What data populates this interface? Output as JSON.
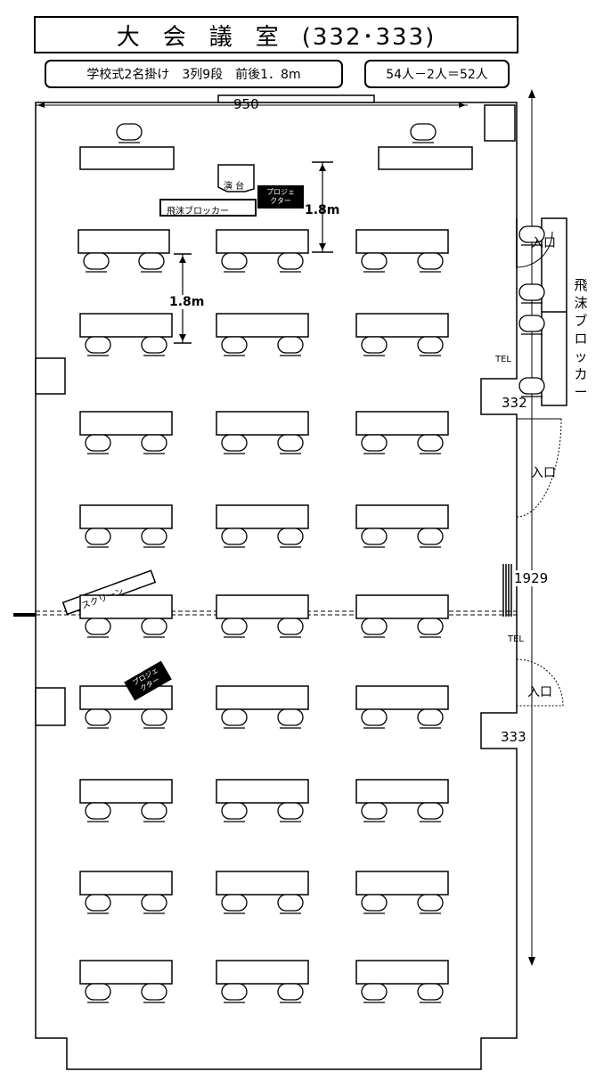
{
  "title": {
    "prefix": "大会議室",
    "suffix": "(332･333)"
  },
  "info": {
    "layout": "学校式2名掛け　3列9段　前後1．8m",
    "count": "54人－2人＝52人"
  },
  "dims": {
    "width": "950",
    "depth": "1929",
    "spacing_front": "1.8m",
    "spacing_row": "1.8m"
  },
  "labels": {
    "podium": "演 台",
    "projector": "プロジェ\nクター",
    "splash_blocker": "飛沫ブロッカー",
    "splash_blocker_vertical": "飛沫ブロッカー",
    "screen": "スクリーン",
    "entrance": "入口",
    "tel": "TEL",
    "room_332": "332",
    "room_333": "333"
  }
}
